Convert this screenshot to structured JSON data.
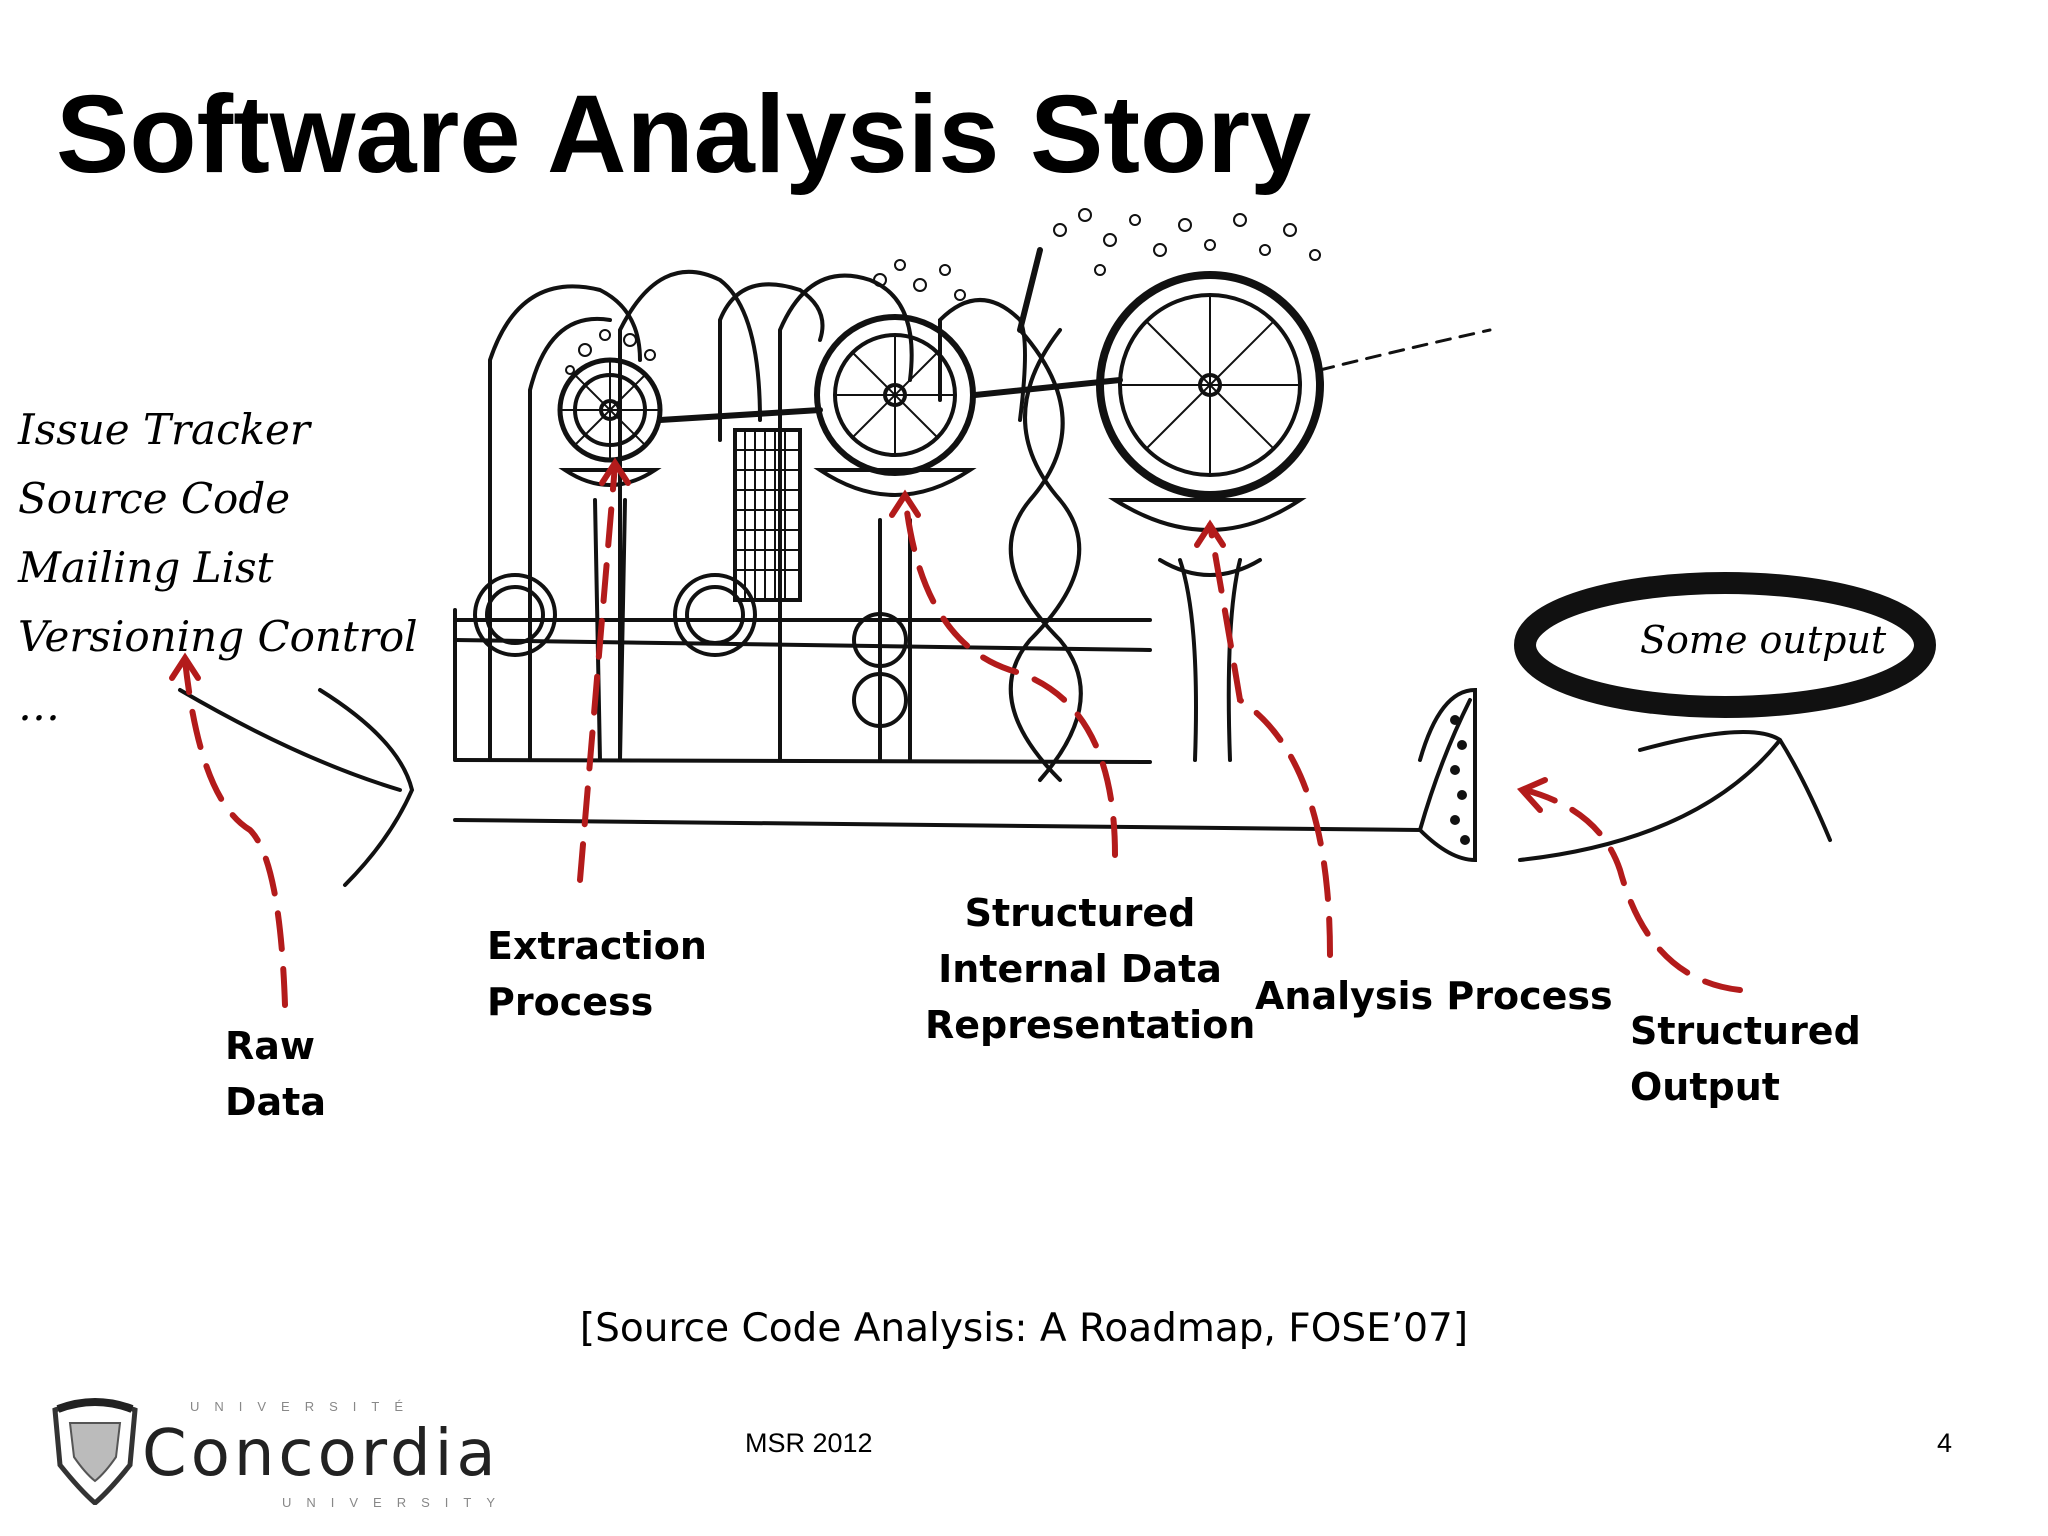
{
  "slide": {
    "title": "Software Analysis Story",
    "sources": [
      "Issue Tracker",
      "Source Code",
      "Mailing List",
      "Versioning Control",
      "…"
    ],
    "output_text": "Some output",
    "labels": {
      "raw_data": [
        "Raw",
        "Data"
      ],
      "extraction": [
        "Extraction",
        "Process"
      ],
      "structured_internal": [
        "Structured",
        "Internal Data",
        "Representation"
      ],
      "analysis": [
        "Analysis Process"
      ],
      "structured_output": [
        "Structured",
        "Output"
      ]
    },
    "citation": "[Source Code Analysis: A Roadmap, FOSE’07]",
    "footer": {
      "conference": "MSR 2012",
      "page": "4"
    },
    "logo": {
      "top": "UNIVERSITÉ",
      "name": "Concordia",
      "bottom": "UNIVERSITY"
    }
  },
  "colors": {
    "arrow": "#b31b1b",
    "ink": "#111111"
  }
}
